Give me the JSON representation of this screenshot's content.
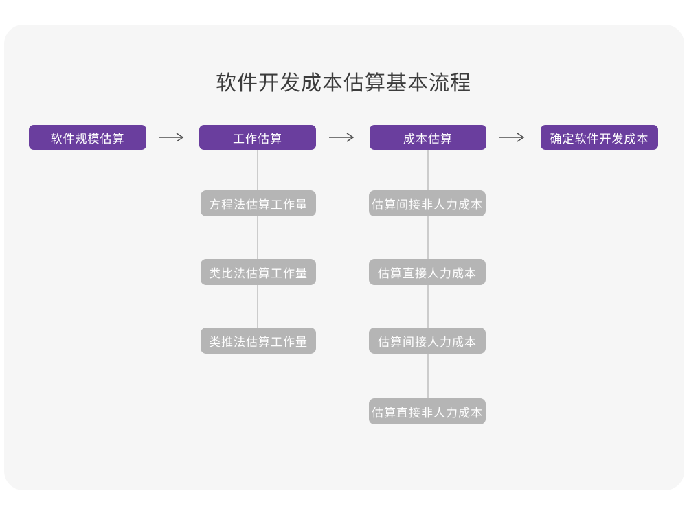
{
  "title": "软件开发成本估算基本流程",
  "colors": {
    "node_primary": "#6a3e9e",
    "node_secondary": "#b5b5b5",
    "node_text": "#ffffff",
    "card_background": "#f6f6f6",
    "page_background": "#ffffff",
    "arrow": "#4d4d4d",
    "connector_line": "#cccccc",
    "title_text": "#3c3c3c"
  },
  "icons": {
    "arrow_right": "flow-arrow-right-icon"
  },
  "flowchart": {
    "main_steps": [
      {
        "label": "软件规模估算"
      },
      {
        "label": "工作估算",
        "sub_steps": [
          "方程法估算工作量",
          "类比法估算工作量",
          "类推法估算工作量"
        ]
      },
      {
        "label": "成本估算",
        "sub_steps": [
          "估算间接非人力成本",
          "估算直接人力成本",
          "估算间接人力成本",
          "估算直接非人力成本"
        ]
      },
      {
        "label": "确定软件开发成本"
      }
    ]
  }
}
